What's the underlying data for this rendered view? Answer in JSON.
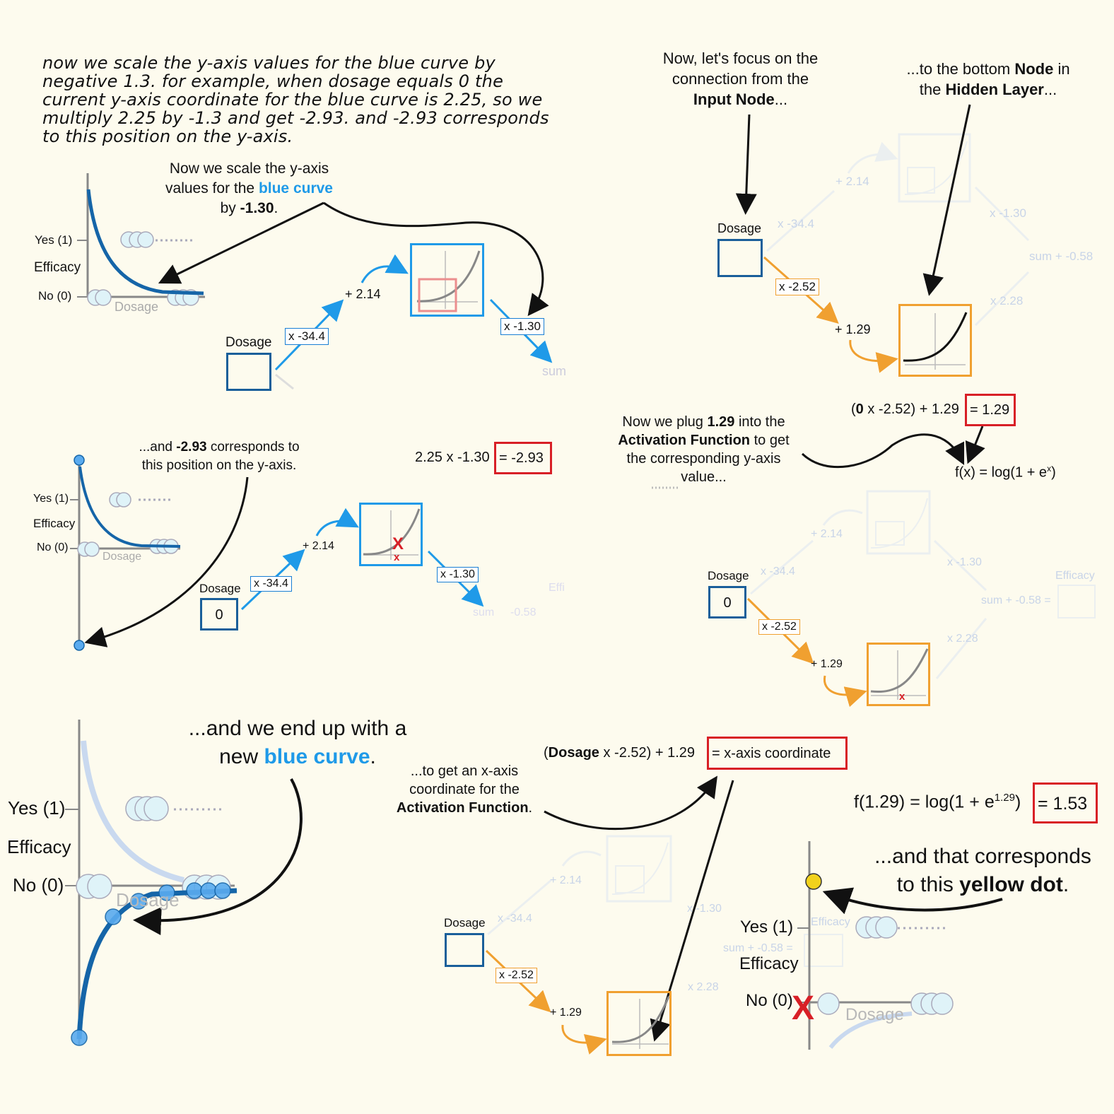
{
  "narration": "now we scale the y-axis values for the blue curve by negative 1.3. for example, when dosage equals 0 the current y-axis coordinate for the blue curve is 2.25, so we multiply 2.25 by -1.3 and get -2.93. and -2.93 corresponds to this position on the y-axis.",
  "p1": {
    "caption_1": "Now we scale the y-axis",
    "caption_2": "values for the",
    "caption_blue": "blue curve",
    "caption_3": "by",
    "caption_val": "-1.30",
    "caption_end": ".",
    "yes": "Yes (1)",
    "efficacy": "Efficacy",
    "no": "No (0)",
    "dosage_axis": "Dosage",
    "dosage": "Dosage",
    "w1": "x -34.4",
    "b1": "+ 2.14",
    "w2": "x -1.30",
    "sum": "sum"
  },
  "p2": {
    "caption_1": "...and",
    "caption_val": "-2.93",
    "caption_2": "corresponds to",
    "caption_3": "this position on the y-axis.",
    "equation": "2.25 x -1.30",
    "result": "= -2.93",
    "yes": "Yes (1)",
    "efficacy": "Efficacy",
    "no": "No (0)",
    "dosage_axis": "Dosage",
    "dosage": "Dosage",
    "input_val": "0",
    "w1": "x -34.4",
    "b1": "+ 2.14",
    "w2": "x -1.30",
    "sum": "sum",
    "sum_b": "-0.58",
    "eff": "Effi"
  },
  "p3": {
    "caption_1": "...and we end up with a",
    "caption_2": "new",
    "caption_blue": "blue curve",
    "caption_end": ".",
    "yes": "Yes (1)",
    "efficacy": "Efficacy",
    "no": "No (0)",
    "dosage_axis": "Dosage"
  },
  "p4": {
    "caption_1": "Now, let's focus on the",
    "caption_2": "connection from the",
    "caption_bold": "Input Node",
    "caption_end": "...",
    "caption_r1": "...to the bottom",
    "caption_r_bold1": "Node",
    "caption_r2": "in",
    "caption_r3": "the",
    "caption_r_bold2": "Hidden Layer",
    "caption_r_end": "...",
    "dosage": "Dosage",
    "w1": "x -2.52",
    "b1": "+ 1.29",
    "f_w1": "x -34.4",
    "f_b1": "+ 2.14",
    "f_w2": "x -1.30",
    "f_sum": "sum + -0.58",
    "f_w3": "x 2.28"
  },
  "p5": {
    "eq_bold": "0",
    "eq_rest": "x -2.52) + 1.29",
    "eq_result": "= 1.29",
    "caption_1": "Now we plug",
    "caption_val": "1.29",
    "caption_2": "into the",
    "caption_bold": "Activation Function",
    "caption_3": "to get",
    "caption_4": "the corresponding y-axis",
    "caption_5": "value...",
    "formula": "f(x) = log(1 + e",
    "formula_sup": "x",
    "formula_end": ")",
    "dosage": "Dosage",
    "input_val": "0",
    "w1": "x -2.52",
    "b1": "+ 1.29",
    "f_w1": "x -34.4",
    "f_b1": "+ 2.14",
    "f_w2": "x -1.30",
    "f_sum": "sum + -0.58 =",
    "f_w3": "x 2.28",
    "f_eff": "Efficacy"
  },
  "p6": {
    "eq_bold": "Dosage",
    "eq_rest": "x -2.52) + 1.29",
    "eq_result": "= x-axis coordinate",
    "caption_1": "...to get an x-axis",
    "caption_2": "coordinate for the",
    "caption_bold": "Activation Function",
    "caption_end": ".",
    "dosage": "Dosage",
    "w1": "x -2.52",
    "b1": "+ 1.29",
    "f_w1": "x -34.4",
    "f_b1": "+ 2.14",
    "f_w2": "x -1.30",
    "f_sum": "sum + -0.58 =",
    "f_w3": "x 2.28",
    "f_eff": "Efficacy"
  },
  "p7": {
    "formula": "f(1.29) = log(1 + e",
    "formula_sup": "1.29",
    "formula_end": ")",
    "result": "= 1.53",
    "caption_1": "...and that corresponds",
    "caption_2": "to this",
    "caption_bold": "yellow dot",
    "caption_end": ".",
    "yes": "Yes (1)",
    "efficacy": "Efficacy",
    "no": "No (0)",
    "dosage_axis": "Dosage"
  },
  "colors": {
    "blue": "#1f9ae8",
    "dark_blue": "#1565a8",
    "orange": "#f0a030",
    "red": "#d81f26",
    "yellow": "#f2d21c",
    "background": "#fdfbee"
  }
}
